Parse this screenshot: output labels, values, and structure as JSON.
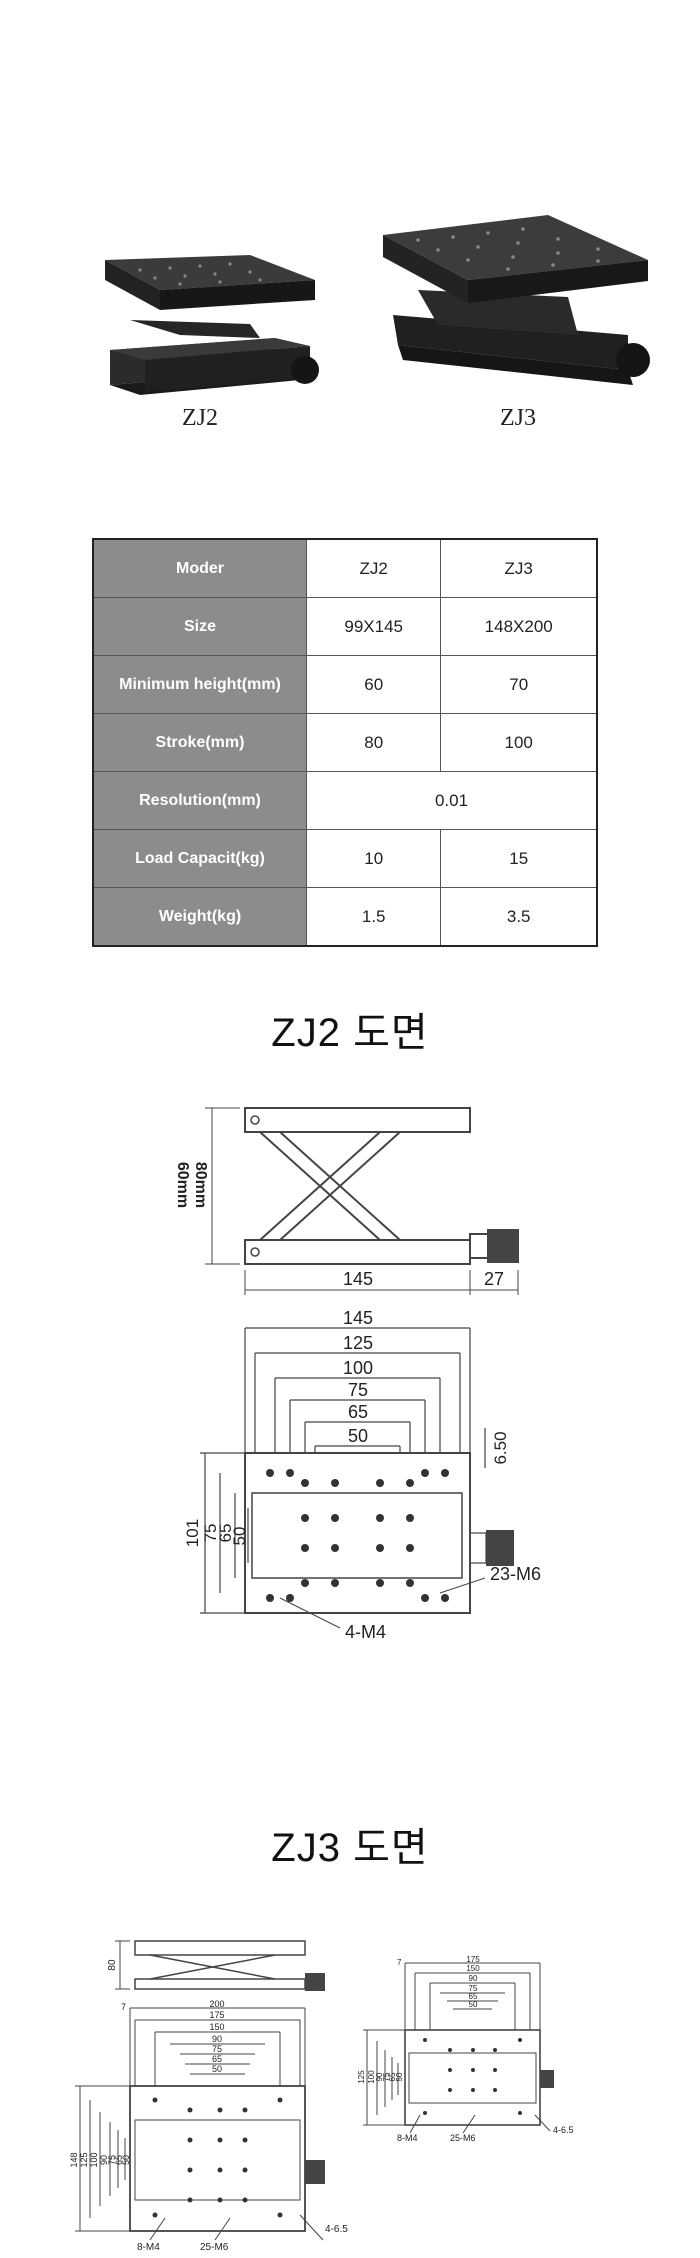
{
  "products": {
    "zj2_label": "ZJ2",
    "zj3_label": "ZJ3"
  },
  "spec_table": {
    "header": {
      "label": "Moder",
      "zj2": "ZJ2",
      "zj3": "ZJ3"
    },
    "rows": [
      {
        "label": "Size",
        "zj2": "99X145",
        "zj3": "148X200"
      },
      {
        "label": "Minimum height(mm)",
        "zj2": "60",
        "zj3": "70"
      },
      {
        "label": "Stroke(mm)",
        "zj2": "80",
        "zj3": "100"
      },
      {
        "label": "Load Capacit(kg)",
        "zj2": "10",
        "zj3": "15"
      },
      {
        "label": "Weight(kg)",
        "zj2": "1.5",
        "zj3": "3.5"
      }
    ],
    "resolution": {
      "label": "Resolution(mm)",
      "value": "0.01"
    }
  },
  "zj2_drawing": {
    "title": "ZJ2 도면",
    "side": {
      "h1": "60mm",
      "h2": "80mm",
      "width": "145",
      "knob": "27"
    },
    "top": {
      "widths": [
        "145",
        "125",
        "100",
        "75",
        "65",
        "50"
      ],
      "heights": [
        "101",
        "75",
        "65",
        "50"
      ],
      "offset": "6.50",
      "holes_m6": "23-M6",
      "holes_m4": "4-M4"
    }
  },
  "zj3_drawing": {
    "title": "ZJ3 도면",
    "side": {
      "height": "80"
    },
    "large": {
      "top_offset": "7",
      "widths": [
        "200",
        "175",
        "150",
        "90",
        "75",
        "65",
        "50"
      ],
      "heights": [
        "148",
        "125",
        "100",
        "90",
        "75",
        "65",
        "50"
      ],
      "holes_m4": "8-M4",
      "holes_m6": "25-M6",
      "holes_65": "4-6.5"
    },
    "small": {
      "top_offset": "7",
      "widths": [
        "175",
        "150",
        "90",
        "75",
        "65",
        "50"
      ],
      "heights": [
        "125",
        "100",
        "90",
        "75",
        "65",
        "50"
      ],
      "holes_m4": "8-M4",
      "holes_m6": "25-M6",
      "holes_65": "4-6.5"
    }
  }
}
